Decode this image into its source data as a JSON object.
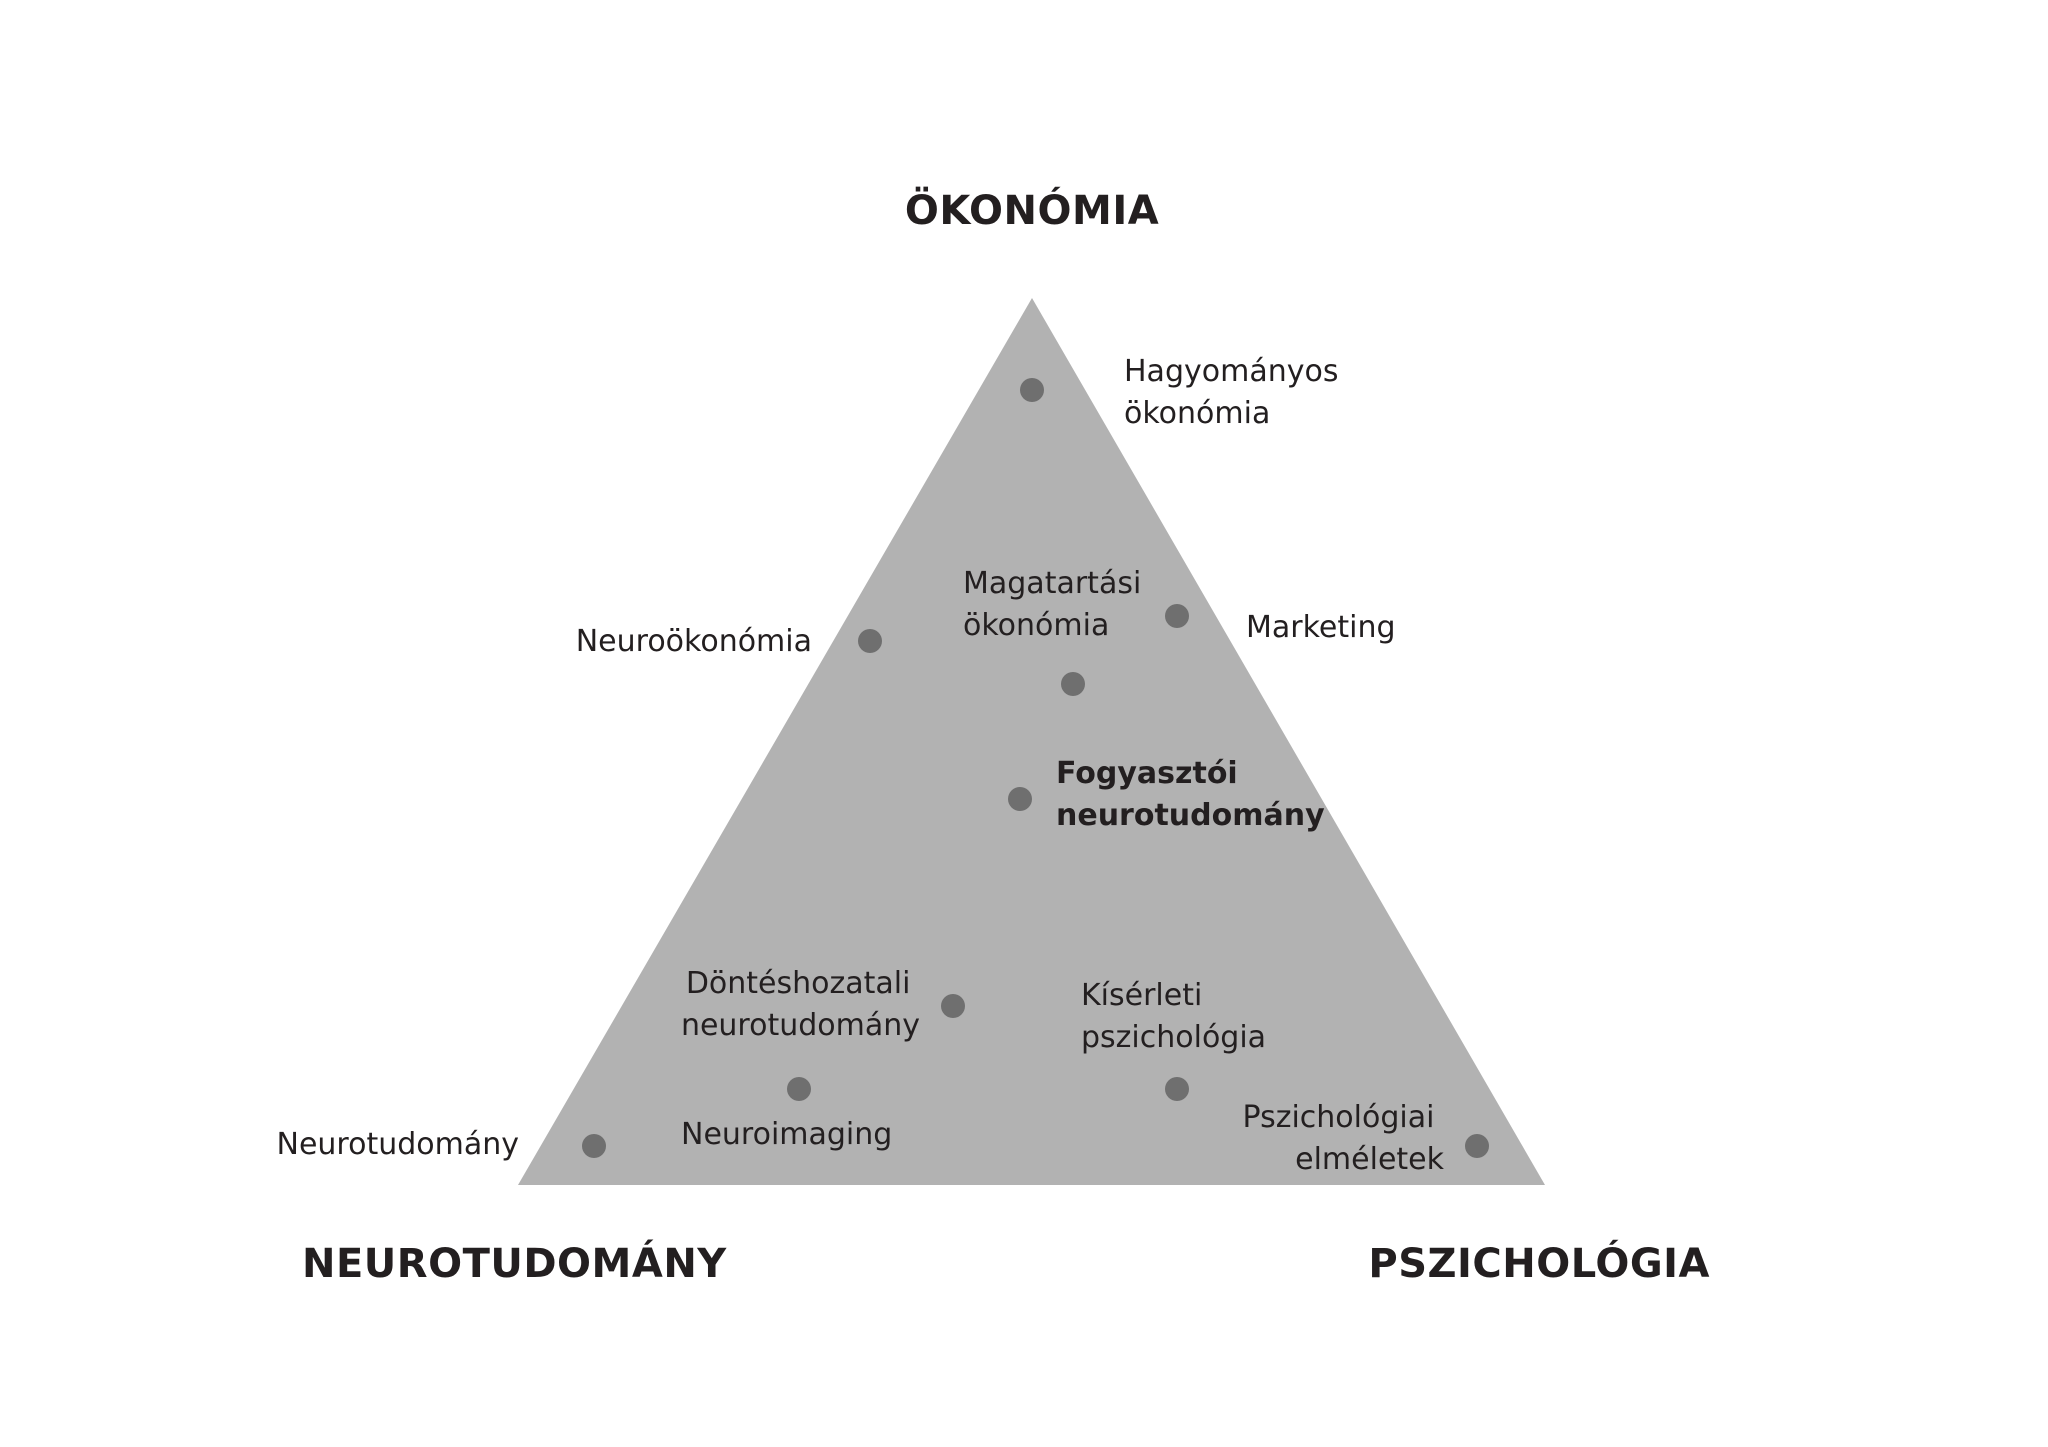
{
  "corners": {
    "top": "ÖKONÓMIA",
    "bottom_left": "NEUROTUDOMÁNY",
    "bottom_right": "PSZICHOLÓGIA"
  },
  "labels": {
    "hagyomanyos": [
      "Hagyományos",
      "ökonómia"
    ],
    "magatartasi": [
      "Magatartási",
      "ökonómia"
    ],
    "marketing": [
      "Marketing"
    ],
    "neurookonomia": [
      "Neuroökonómia"
    ],
    "fogyasztoi": [
      "Fogyasztói",
      "neurotudomány"
    ],
    "donteshozatali": [
      "Döntéshozatali",
      "neurotudomány"
    ],
    "kiserleti": [
      "Kísérleti",
      "pszichológia"
    ],
    "neuroimaging": [
      "Neuroimaging"
    ],
    "neurotudomany": [
      "Neurotudomány"
    ],
    "pszichologiai": [
      "Pszichológiai",
      "elméletek"
    ]
  },
  "colors": {
    "triangle_fill": "#b2b2b2",
    "dot_fill": "#6f6f6f",
    "text": "#231f20"
  }
}
